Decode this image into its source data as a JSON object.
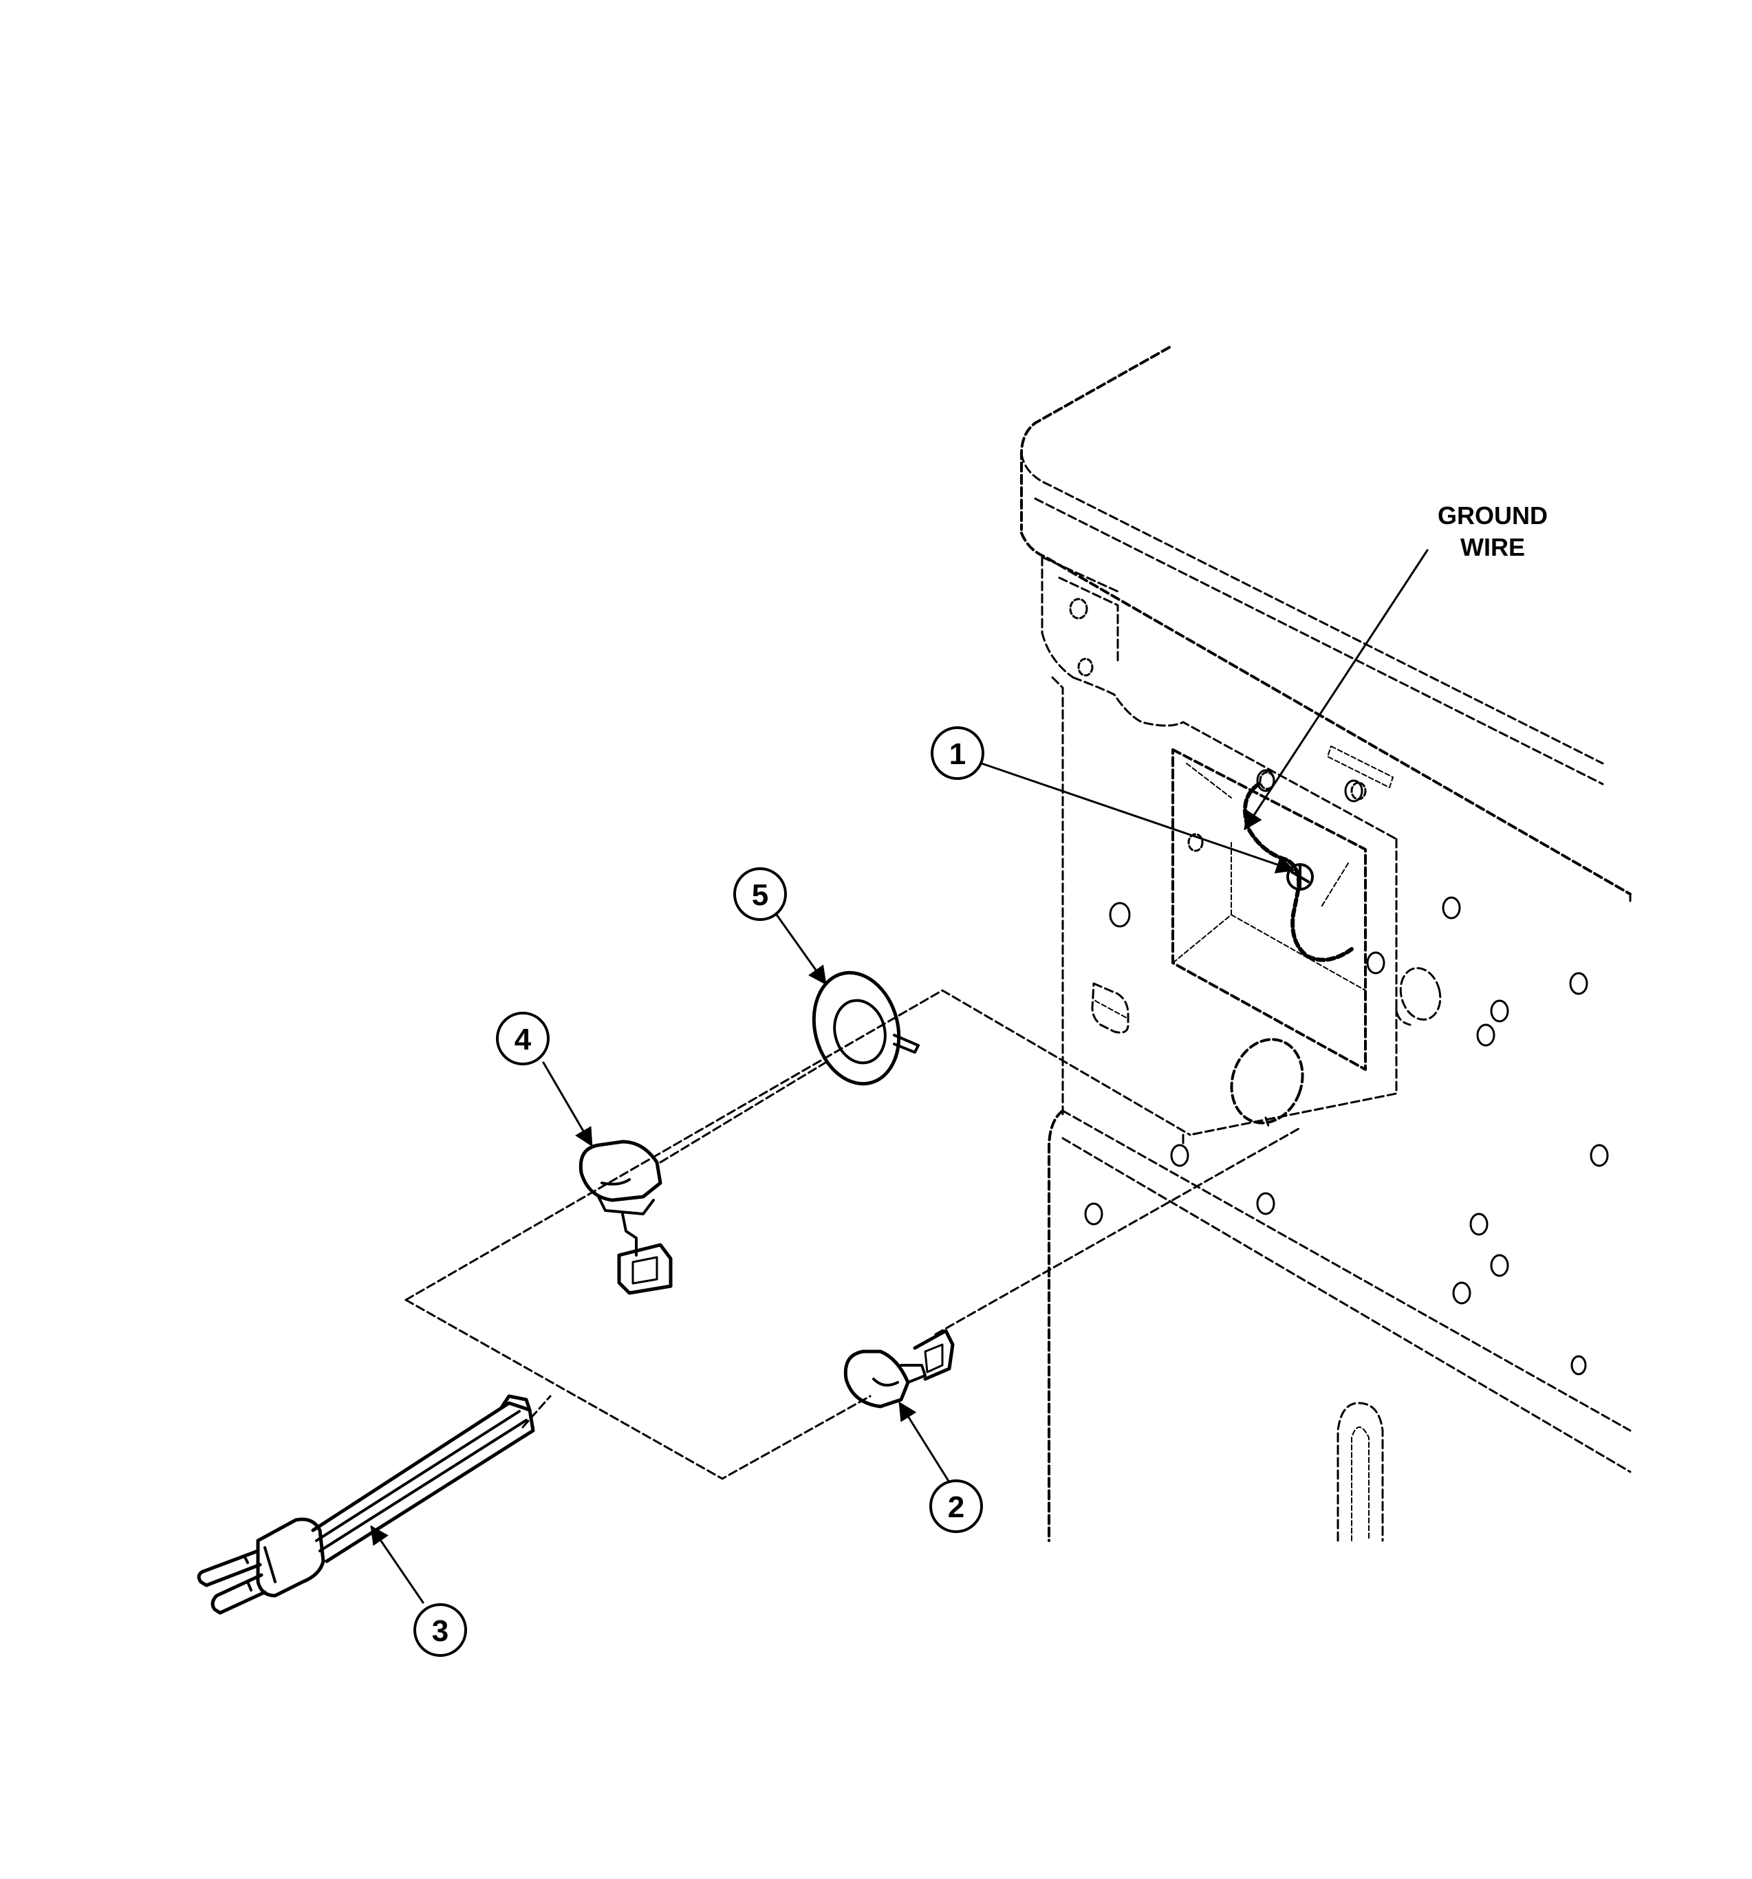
{
  "labels": {
    "ground_wire_line1": "GROUND",
    "ground_wire_line2": "WIRE"
  },
  "callouts": [
    {
      "id": "1",
      "text": "1"
    },
    {
      "id": "2",
      "text": "2"
    },
    {
      "id": "3",
      "text": "3"
    },
    {
      "id": "4",
      "text": "4"
    },
    {
      "id": "5",
      "text": "5"
    }
  ]
}
